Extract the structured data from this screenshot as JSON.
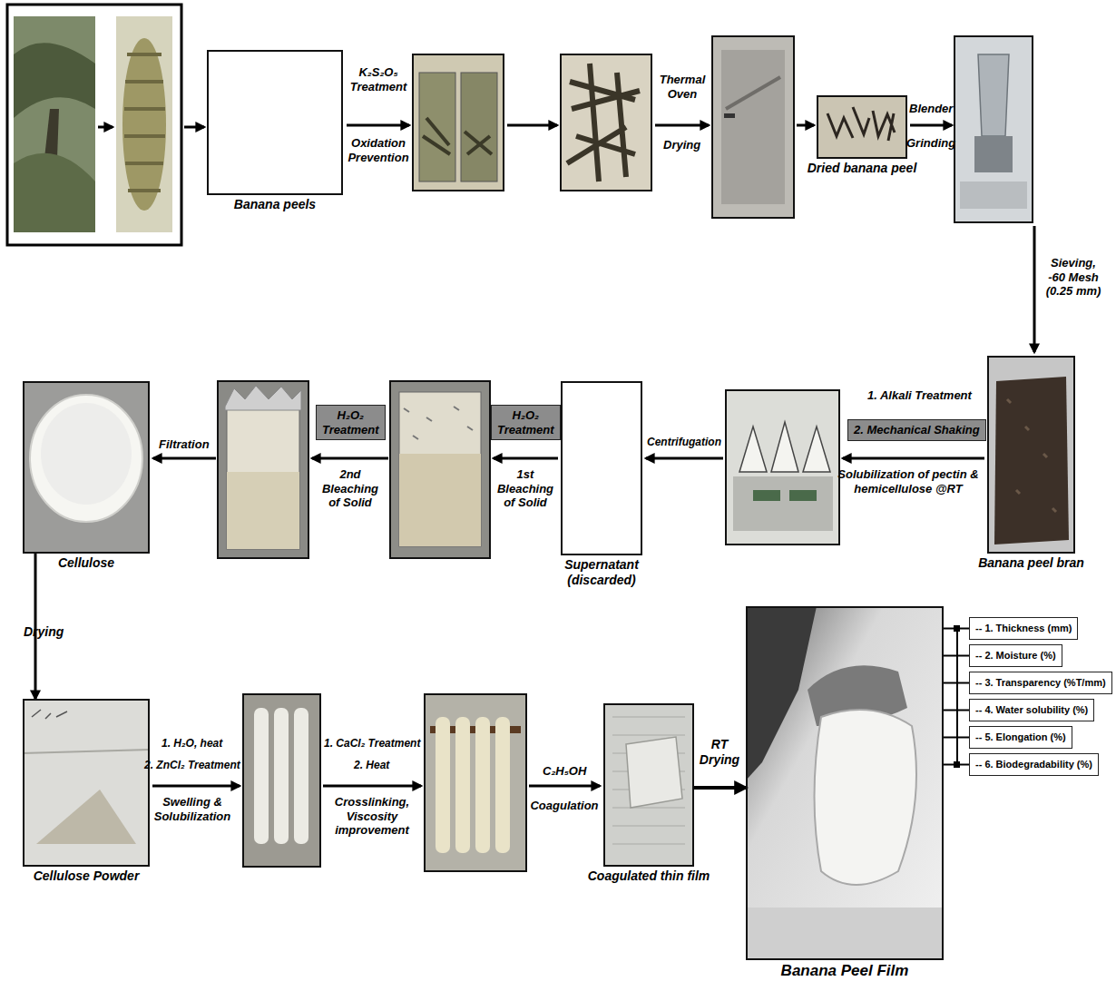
{
  "diagram": {
    "nodes": [
      {
        "text": [
          "Banana peels"
        ]
      },
      {
        "text": [
          "Dried banana peel"
        ]
      },
      {
        "text": [
          "Banana peel bran"
        ]
      },
      {
        "text": [
          "2. Mechanical Shaking"
        ]
      },
      {
        "text": [
          "Supernatant (discarded)"
        ]
      },
      {
        "text": [
          "H₂O₂ Treatment"
        ]
      },
      {
        "text": [
          "H₂O₂ Treatment"
        ]
      },
      {
        "text": [
          "Cellulose"
        ]
      },
      {
        "text": [
          "Cellulose Powder"
        ]
      },
      {
        "text": [
          "Coagulated thin film"
        ]
      },
      {
        "text": [
          "Banana Peel Film"
        ]
      },
      {
        "text": [
          "-- 1. Thickness (mm)"
        ]
      },
      {
        "text": [
          "-- 2. Moisture (%)"
        ]
      },
      {
        "text": [
          "-- 3. Transparency (%T/mm)"
        ]
      },
      {
        "text": [
          "-- 4. Water solubility (%)"
        ]
      },
      {
        "text": [
          "-- 5. Elongation (%)"
        ]
      },
      {
        "text": [
          "-- 6. Biodegradability (%)"
        ]
      }
    ],
    "edges": [
      {
        "from": 7,
        "to": 8,
        "label": "Drying",
        "arrow": "to"
      },
      {
        "from": 9,
        "to": 10,
        "label": "RT Drying",
        "arrow": "to"
      },
      {
        "from": 10,
        "to": 11,
        "arrow": "none"
      },
      {
        "from": 10,
        "to": 12,
        "arrow": "none"
      },
      {
        "from": 10,
        "to": 13,
        "arrow": "none"
      },
      {
        "from": 10,
        "to": 14,
        "arrow": "none"
      },
      {
        "from": 10,
        "to": 15,
        "arrow": "none"
      },
      {
        "from": 10,
        "to": 16,
        "arrow": "none"
      }
    ],
    "labels": [
      "K₂S₂O₅ Treatment",
      "Oxidation Prevention",
      "Thermal Oven",
      "Drying",
      "Blender",
      "Grinding",
      "Sieving, -60 Mesh (0.25 mm)",
      "1. Alkali Treatment",
      "Solubilization of pectin & hemicellulose @RT",
      "Centrifugation",
      "1st Bleaching of Solid",
      "2nd Bleaching of Solid",
      "Filtration",
      "1. H₂O, heat",
      "2. ZnCl₂ Treatment",
      "Swelling & Solubilization",
      "1. CaCl₂ Treatment",
      "2. Heat",
      "Crosslinking, Viscosity improvement",
      "C₂H₅OH",
      "Coagulation"
    ]
  }
}
